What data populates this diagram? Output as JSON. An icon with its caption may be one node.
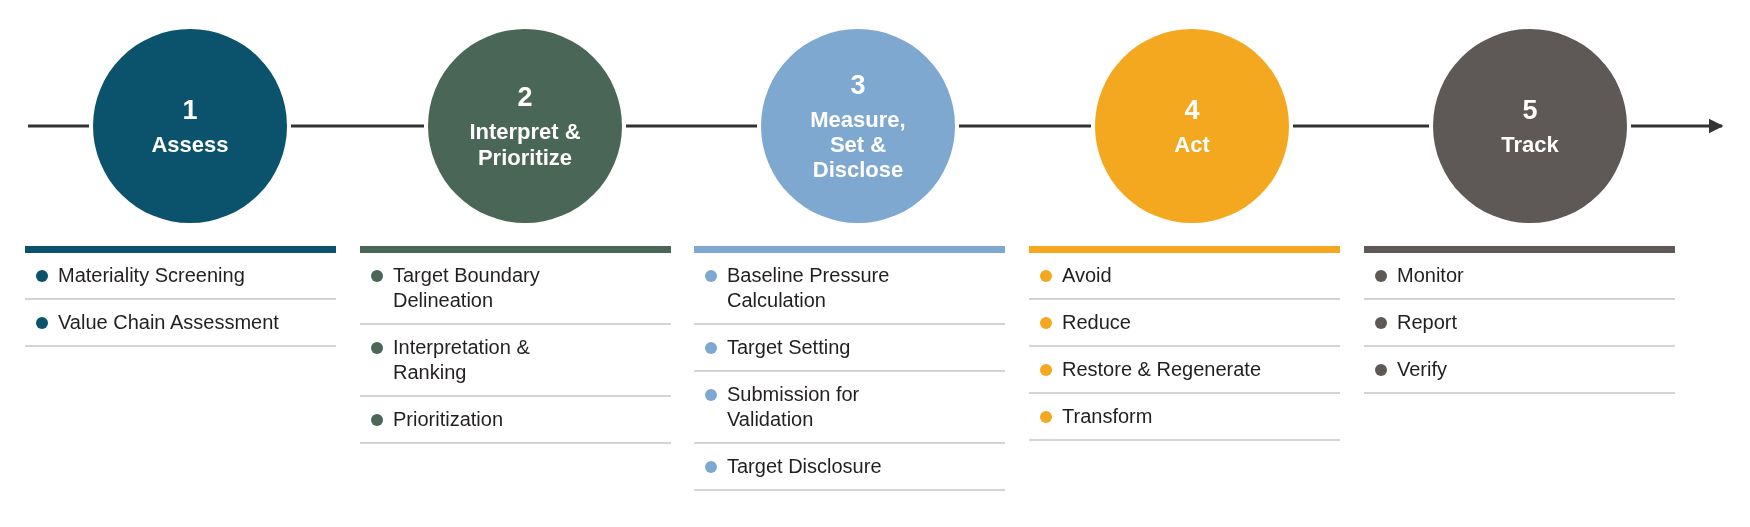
{
  "diagram": {
    "nodes": [
      {
        "text": [
          "1",
          "Assess"
        ]
      },
      {
        "text": [
          "2",
          "Interpret & Prioritize"
        ]
      },
      {
        "text": [
          "3",
          "Measure, Set & Disclose"
        ]
      },
      {
        "text": [
          "4",
          "Act"
        ]
      },
      {
        "text": [
          "5",
          "Track"
        ]
      }
    ],
    "edges": [
      {
        "from": null,
        "to": 0,
        "arrow": "none"
      },
      {
        "from": 0,
        "to": 1,
        "arrow": "none"
      },
      {
        "from": 1,
        "to": 2,
        "arrow": "none"
      },
      {
        "from": 2,
        "to": 3,
        "arrow": "none"
      },
      {
        "from": 3,
        "to": 4,
        "arrow": "none"
      },
      {
        "from": 4,
        "to": null,
        "arrow": "to"
      }
    ],
    "labels": [
      "Materiality Screening",
      "Value Chain Assessment",
      "Target Boundary Delineation",
      "Interpretation & Ranking",
      "Prioritization",
      "Baseline Pressure Calculation",
      "Target Setting",
      "Submission for Validation",
      "Target Disclosure",
      "Avoid",
      "Reduce",
      "Restore & Regenerate",
      "Transform",
      "Monitor",
      "Report",
      "Verify"
    ]
  }
}
